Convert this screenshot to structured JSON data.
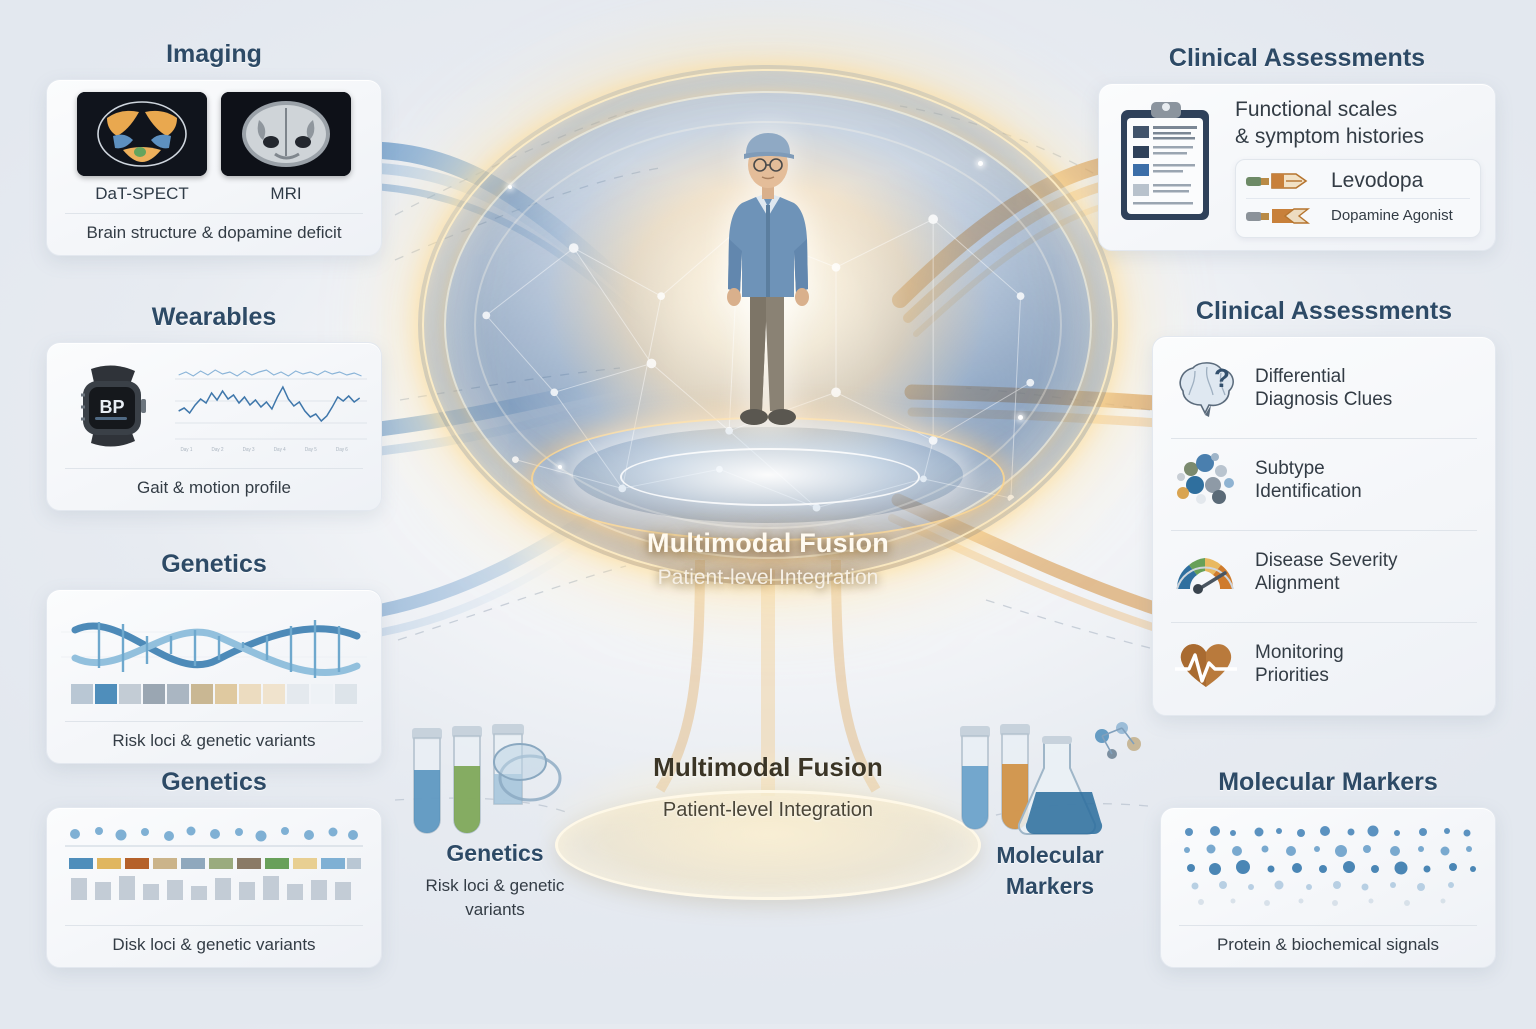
{
  "center": {
    "hub_top": {
      "title": "Multimodal Fusion",
      "subtitle": "Patient-level Integration"
    },
    "hub_bottom": {
      "title": "Multimodal Fusion",
      "subtitle": "Patient-level Integration"
    },
    "patient_alt": "elderly-patient-figure"
  },
  "left_groups": [
    {
      "title": "Imaging",
      "scans": [
        {
          "label": "DaT-SPECT",
          "icon": "dat-spect-scan-icon"
        },
        {
          "label": "MRI",
          "icon": "mri-scan-icon"
        }
      ],
      "caption": "Brain structure & dopamine deficit"
    },
    {
      "title": "Wearables",
      "caption": "Gait & motion profile",
      "watch_display": "BP",
      "icon": "smartwatch-icon"
    },
    {
      "title": "Genetics",
      "caption": "Risk loci & genetic variants",
      "icon": "dna-helix-icon"
    },
    {
      "title": "Genetics",
      "caption": "Disk loci & genetic variants",
      "icon": "genome-track-icon"
    }
  ],
  "right_groups": [
    {
      "title": "Clinical Assessments",
      "heading": "Functional scales\n& symptom histories",
      "heading_line1": "Functional scales",
      "heading_line2": "& symptom histories",
      "icon": "clipboard-icon",
      "medications": [
        {
          "label": "Levodopa",
          "icon": "capsule-icon"
        },
        {
          "label": "Dopamine Agonist",
          "icon": "capsule-icon"
        }
      ]
    },
    {
      "title": "Clinical Assessments",
      "rows": [
        {
          "label_line1": "Differential",
          "label_line2": "Diagnosis Clues",
          "icon": "brain-question-icon"
        },
        {
          "label_line1": "Subtype",
          "label_line2": "Identification",
          "icon": "molecule-cluster-icon"
        },
        {
          "label_line1": "Disease Severity",
          "label_line2": "Alignment",
          "icon": "gauge-icon"
        },
        {
          "label_line1": "Monitoring",
          "label_line2": "Priorities",
          "icon": "heart-pulse-icon"
        }
      ]
    },
    {
      "title": "Molecular Markers",
      "caption": "Protein & biochemical signals",
      "icon": "protein-signal-map-icon"
    }
  ],
  "bottom_labels": [
    {
      "title": "Genetics",
      "caption_line1": "Risk loci & genetic",
      "caption_line2": "variants",
      "icon": "test-tubes-green-icon"
    },
    {
      "title_line1": "Molecular",
      "title_line2": "Markers",
      "icon": "flask-tubes-icon"
    }
  ],
  "colors": {
    "heading": "#2d4a66",
    "body_text": "#333c45",
    "background": "#e8ecf2",
    "card": "#f6f8fa",
    "accent_blue": "#3f77ab",
    "accent_orange": "#d08a3a",
    "glow": "#ffe3a8"
  }
}
